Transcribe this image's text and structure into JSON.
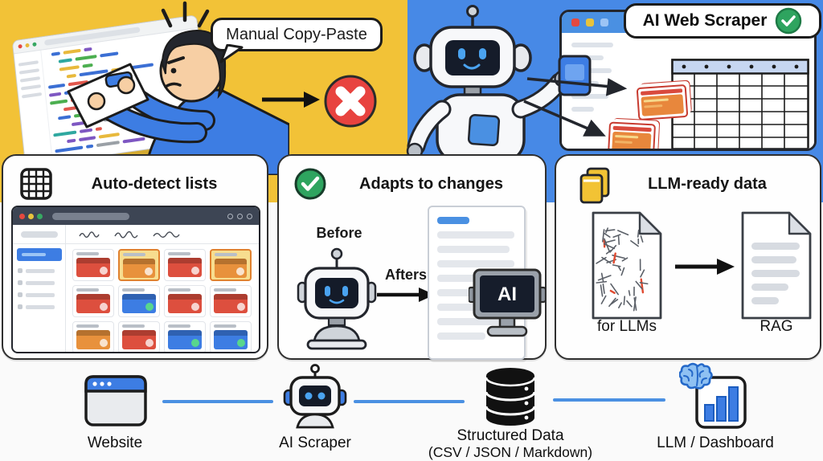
{
  "scene_top_left": {
    "bubble_label": "Manual Copy-Paste",
    "result_icon": "x-circle"
  },
  "scene_top_right": {
    "badge_label": "AI Web Scraper",
    "result_icon": "check-circle"
  },
  "cards": [
    {
      "title": "Auto-detect lists",
      "icon": "grid-icon",
      "mini_cards": [
        "red",
        "hl",
        "red",
        "hl",
        "red",
        "blue",
        "red",
        "red",
        "orange",
        "red",
        "blue",
        "blue"
      ]
    },
    {
      "title": "Adapts to changes",
      "icon": "check-circle-icon",
      "before_label": "Before",
      "after_label": "Afters",
      "monitor_label": "AI"
    },
    {
      "title": "LLM-ready data",
      "icon": "copy-pages-icon",
      "messy_doc_label": "for LLMs",
      "clean_doc_label": "RAG"
    }
  ],
  "flow": {
    "steps": [
      {
        "label": "Website",
        "icon": "browser-icon"
      },
      {
        "label": "AI Scraper",
        "icon": "robot-icon"
      },
      {
        "label": "Structured Data",
        "sublabel": "(CSV / JSON / Markdown)",
        "icon": "database-icon"
      },
      {
        "label": "LLM / Dashboard",
        "icon": "brain-chart-icon"
      }
    ]
  },
  "colors": {
    "yellow_bg": "#F2C237",
    "blue_bg": "#4789E6",
    "accent_blue": "#4A90E2",
    "success_green": "#2EA45F",
    "error_red": "#E8433F"
  }
}
